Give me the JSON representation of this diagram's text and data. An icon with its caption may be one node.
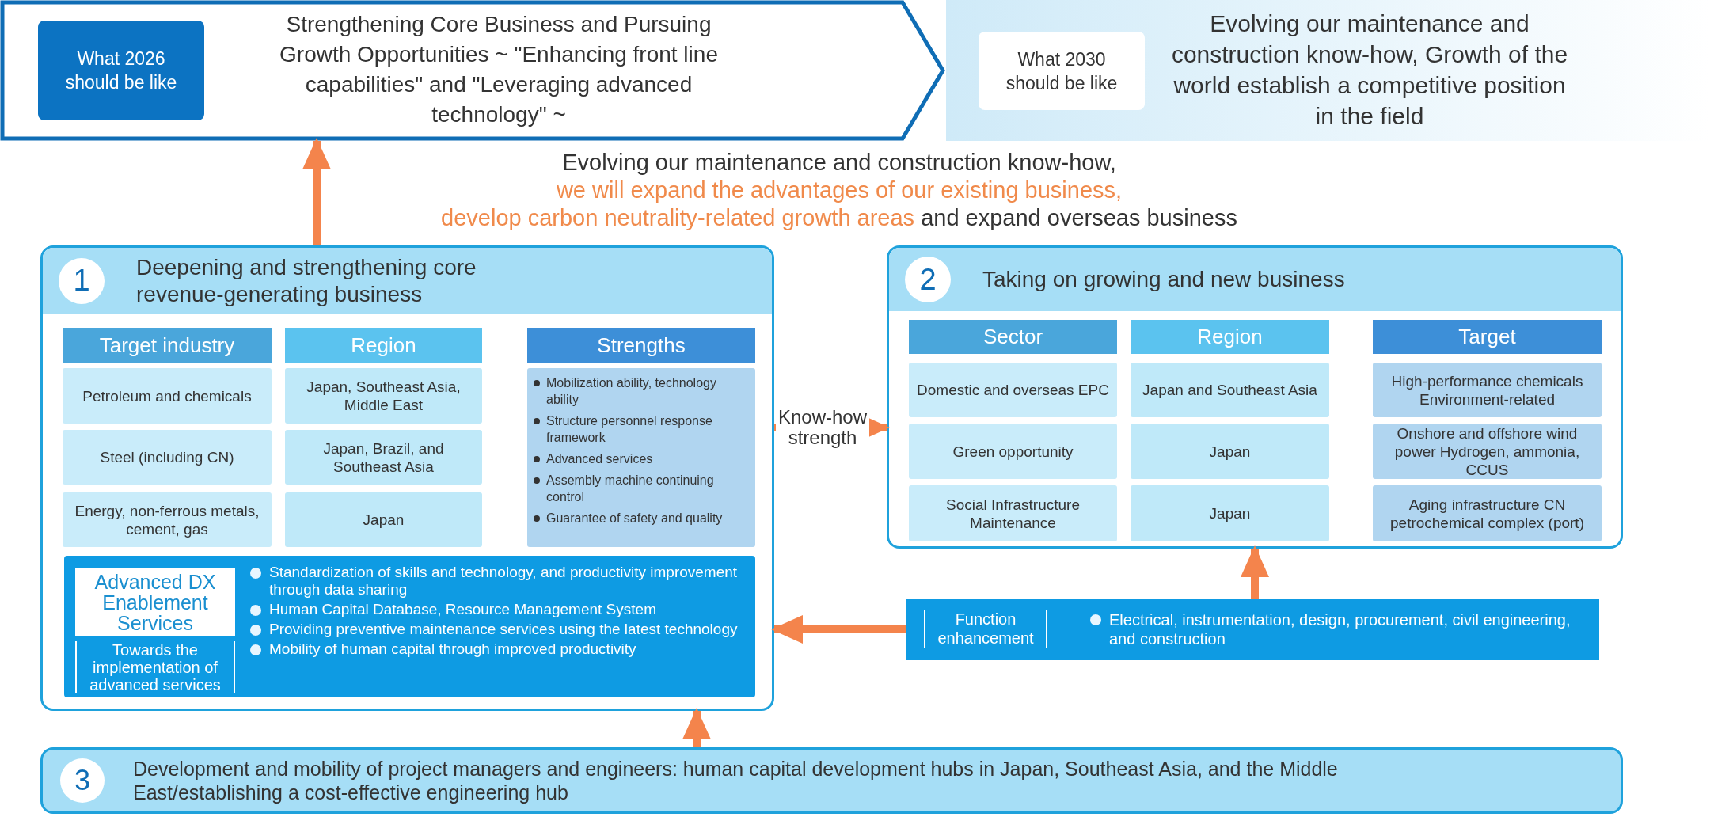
{
  "diagram": {
    "nodes": [
      {
        "text": [
          "Strengthening Core Business and Pursuing Growth Opportunities ~ \"Enhancing front line capabilities\" and \"Leveraging advanced technology\" ~"
        ]
      },
      {
        "text": [
          "What 2026 should be like"
        ],
        "in": 0
      },
      {
        "text": [
          "Evolving our maintenance and construction know-how, Growth of the world establish a competitive position in the field"
        ]
      },
      {
        "text": [
          "What 2030 should be like"
        ],
        "in": 2
      },
      {
        "text": [
          "Evolving our maintenance and construction know-how,",
          "we will expand the advantages of our existing business,",
          "develop carbon neutrality-related growth areas",
          "and expand overseas business"
        ]
      },
      {
        "text": [
          "1",
          "Deepening and strengthening core revenue-generating business"
        ]
      },
      {
        "text": [
          "Target industry"
        ],
        "in": 5
      },
      {
        "text": [
          "Region"
        ],
        "in": 5
      },
      {
        "text": [
          "Strengths"
        ],
        "in": 5
      },
      {
        "text": [
          "Petroleum and chemicals"
        ],
        "in": 5
      },
      {
        "text": [
          "Japan, Southeast Asia, Middle East"
        ],
        "in": 5
      },
      {
        "text": [
          "Mobilization ability, technology ability",
          "Structure personnel response framework",
          "Advanced services",
          "Assembly machine continuing control",
          "Guarantee of safety and quality"
        ],
        "in": 5
      },
      {
        "text": [
          "Steel (including CN)"
        ],
        "in": 5
      },
      {
        "text": [
          "Japan, Brazil, and Southeast Asia"
        ],
        "in": 5
      },
      {
        "text": [
          "Energy, non-ferrous metals, cement, gas"
        ],
        "in": 5
      },
      {
        "text": [
          "Japan"
        ],
        "in": 5
      },
      {
        "text": [
          "Towards the implementation of advanced services",
          "Standardization of skills and technology, and productivity improvement through data sharing",
          "Human Capital Database, Resource Management System",
          "Providing preventive maintenance services using the latest technology",
          "Mobility of human capital through improved productivity"
        ],
        "in": 5
      },
      {
        "text": [
          "Advanced DX Enablement Services"
        ],
        "in": 16
      },
      {
        "text": [
          "2",
          "Taking on growing and new business"
        ]
      },
      {
        "text": [
          "Sector"
        ],
        "in": 18
      },
      {
        "text": [
          "Region"
        ],
        "in": 18
      },
      {
        "text": [
          "Target"
        ],
        "in": 18
      },
      {
        "text": [
          "Domestic and overseas EPC"
        ],
        "in": 18
      },
      {
        "text": [
          "Japan and Southeast Asia"
        ],
        "in": 18
      },
      {
        "text": [
          "High-performance chemicals Environment-related"
        ],
        "in": 18
      },
      {
        "text": [
          "Green opportunity"
        ],
        "in": 18
      },
      {
        "text": [
          "Japan"
        ],
        "in": 18
      },
      {
        "text": [
          "Onshore and offshore wind power Hydrogen, ammonia, CCUS"
        ],
        "in": 18
      },
      {
        "text": [
          "Social Infrastructure Maintenance"
        ],
        "in": 18
      },
      {
        "text": [
          "Japan"
        ],
        "in": 18
      },
      {
        "text": [
          "Aging infrastructure CN petrochemical complex (port)"
        ],
        "in": 18
      },
      {
        "text": [
          "Function enhancement",
          "Electrical, instrumentation, design, procurement, civil engineering, and construction"
        ]
      },
      {
        "text": [
          "3",
          "Development and mobility of project managers and engineers: human capital development hubs in Japan, Southeast Asia, and the Middle East/establishing a cost-effective engineering hub"
        ]
      }
    ],
    "edges": [
      {
        "from": 5,
        "to": 0,
        "arrow": "to"
      },
      {
        "from": 5,
        "to": 18,
        "arrow": "to",
        "label": "Know-how strength"
      },
      {
        "from": 31,
        "to": 18,
        "arrow": "to"
      },
      {
        "from": 31,
        "to": 5,
        "arrow": "to"
      },
      {
        "from": 32,
        "to": 5,
        "arrow": "to"
      }
    ]
  }
}
